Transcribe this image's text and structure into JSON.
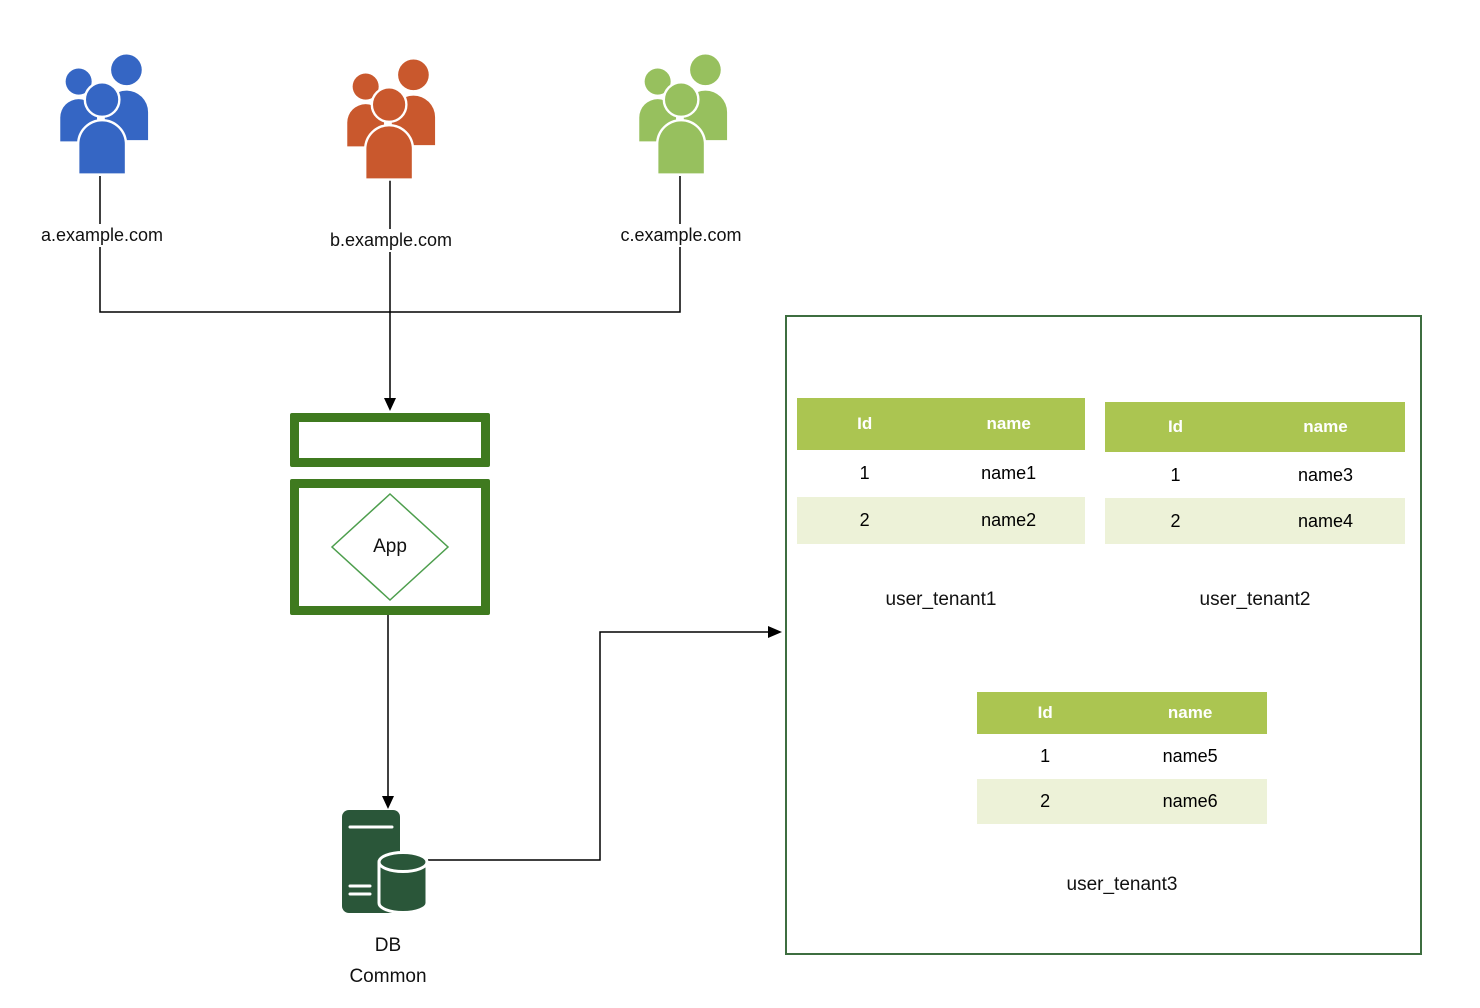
{
  "diagram": {
    "clients": [
      {
        "label": "a.example.com",
        "color": "#3566c4"
      },
      {
        "label": "b.example.com",
        "color": "#c9582d"
      },
      {
        "label": "c.example.com",
        "color": "#97c05e"
      }
    ],
    "app": {
      "label": "App"
    },
    "db": {
      "label_line1": "DB",
      "label_line2": "Common"
    },
    "tables": [
      {
        "name": "user_tenant1",
        "headers": [
          "Id",
          "name"
        ],
        "rows": [
          [
            "1",
            "name1"
          ],
          [
            "2",
            "name2"
          ]
        ]
      },
      {
        "name": "user_tenant2",
        "headers": [
          "Id",
          "name"
        ],
        "rows": [
          [
            "1",
            "name3"
          ],
          [
            "2",
            "name4"
          ]
        ]
      },
      {
        "name": "user_tenant3",
        "headers": [
          "Id",
          "name"
        ],
        "rows": [
          [
            "1",
            "name5"
          ],
          [
            "2",
            "name6"
          ]
        ]
      }
    ],
    "colors": {
      "client_a": "#3566c4",
      "client_b": "#c9582d",
      "client_c": "#97c05e",
      "app_border": "#3f7a1f",
      "diamond_border": "#4d9e4d",
      "db_fill": "#2a5639",
      "box_border": "#3e6e40",
      "table_header_bg": "#abc551",
      "table_alt_row_bg": "#edf2d8",
      "connector": "#000000"
    }
  }
}
